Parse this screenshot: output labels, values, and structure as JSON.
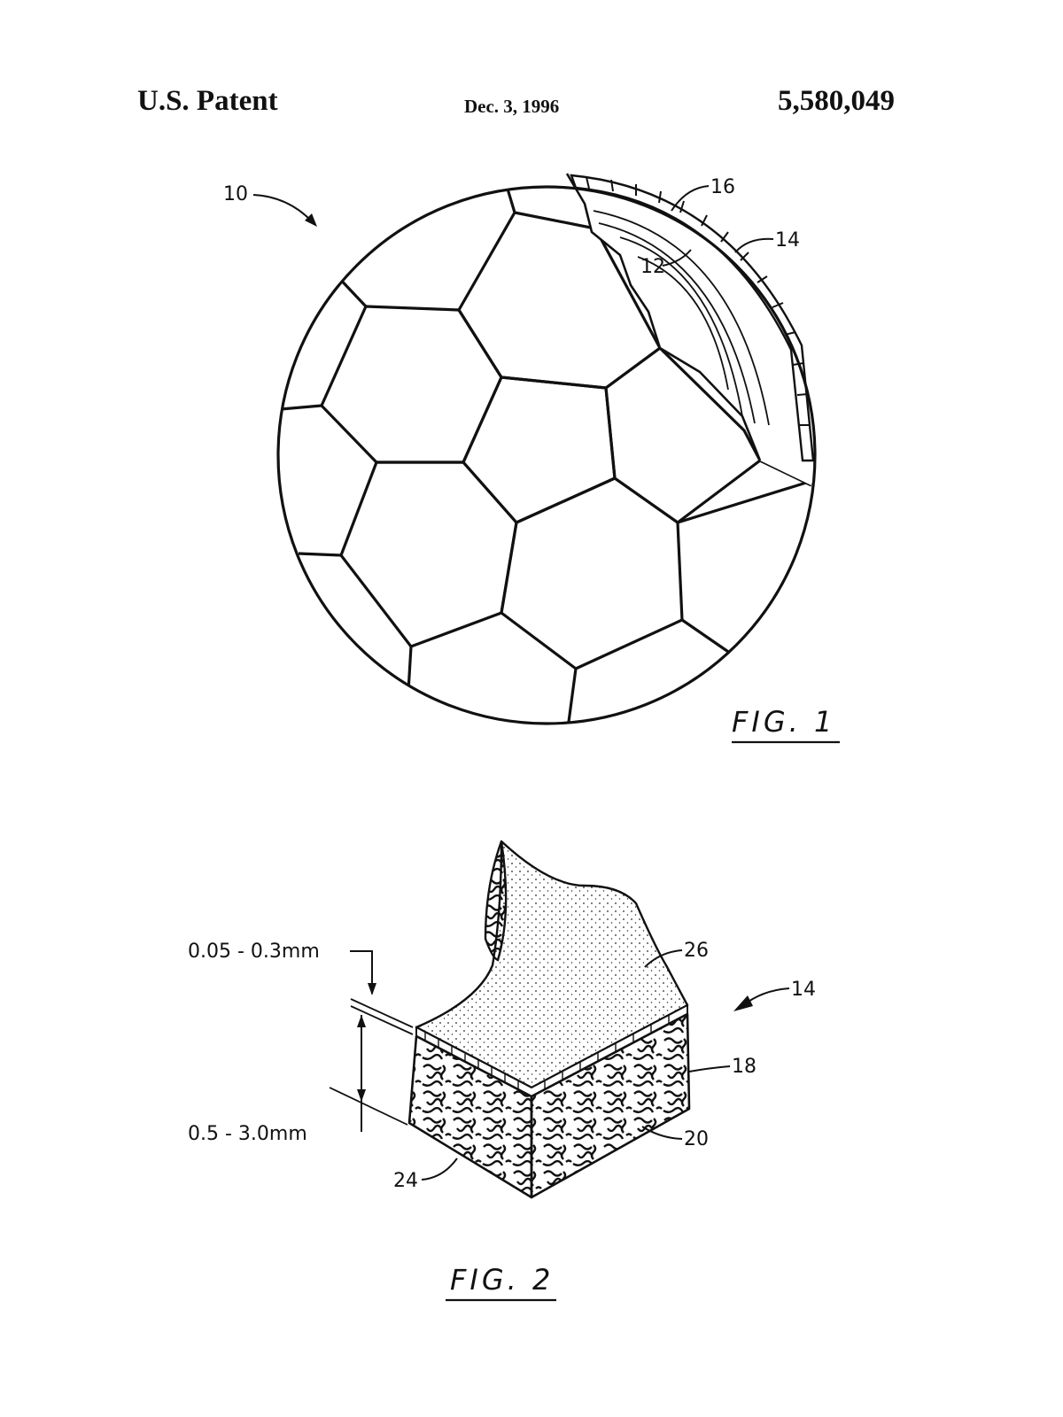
{
  "header": {
    "left": "U.S. Patent",
    "date": "Dec. 3, 1996",
    "number": "5,580,049"
  },
  "figure1": {
    "caption": "FIG. 1",
    "refs": {
      "ball": "10",
      "layer16": "16",
      "layer14": "14",
      "core12": "12"
    }
  },
  "figure2": {
    "caption": "FIG. 2",
    "dim_top": "0.05 - 0.3mm",
    "dim_bottom": "0.5 - 3.0mm",
    "refs": {
      "r26": "26",
      "r14": "14",
      "r18": "18",
      "r20": "20",
      "r24": "24"
    }
  }
}
